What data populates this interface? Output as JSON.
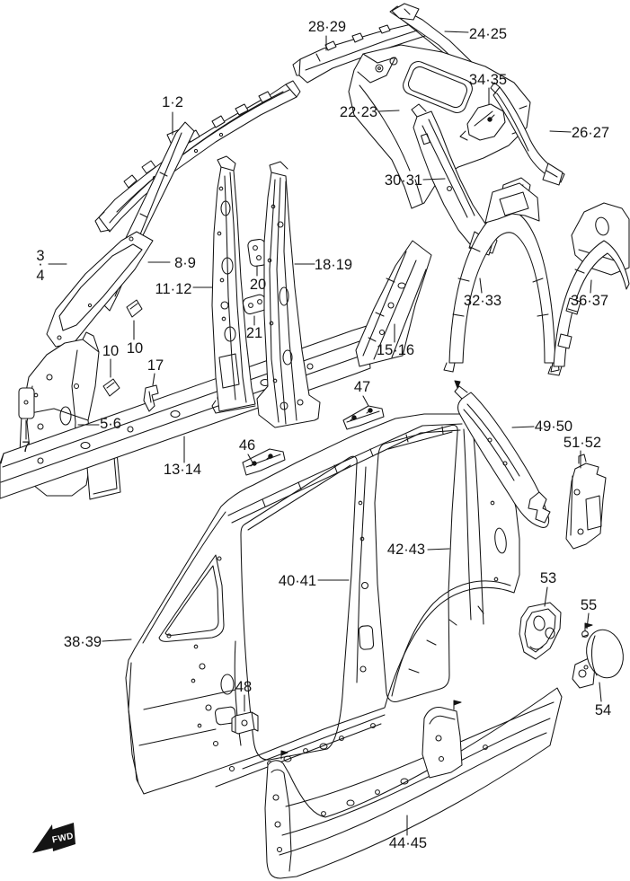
{
  "diagram": {
    "type": "exploded-parts-diagram",
    "subject": "body side panels line art",
    "colors": {
      "background": "#ffffff",
      "line": "#141414"
    },
    "fwd_marker": "FWD",
    "part_labels": {
      "p1_2": "1·2",
      "p3": "3",
      "p3_4_dot": "·",
      "p4": "4",
      "p5_6": "5·6",
      "p7": "7",
      "p8_9": "8·9",
      "p10a": "10",
      "p10b": "10",
      "p11_12": "11·12",
      "p13_14": "13·14",
      "p15_16": "15·16",
      "p17": "17",
      "p18_19": "18·19",
      "p20": "20",
      "p21": "21",
      "p22_23": "22·23",
      "p24_25": "24·25",
      "p26_27": "26·27",
      "p28_29": "28·29",
      "p30_31": "30·31",
      "p32_33": "32·33",
      "p34_35": "34·35",
      "p36_37": "36·37",
      "p38_39": "38·39",
      "p40_41": "40·41",
      "p42_43": "42·43",
      "p44_45": "44·45",
      "p46": "46",
      "p47": "47",
      "p48": "48",
      "p49_50": "49·50",
      "p51_52": "51·52",
      "p53": "53",
      "p54": "54",
      "p55": "55"
    }
  }
}
